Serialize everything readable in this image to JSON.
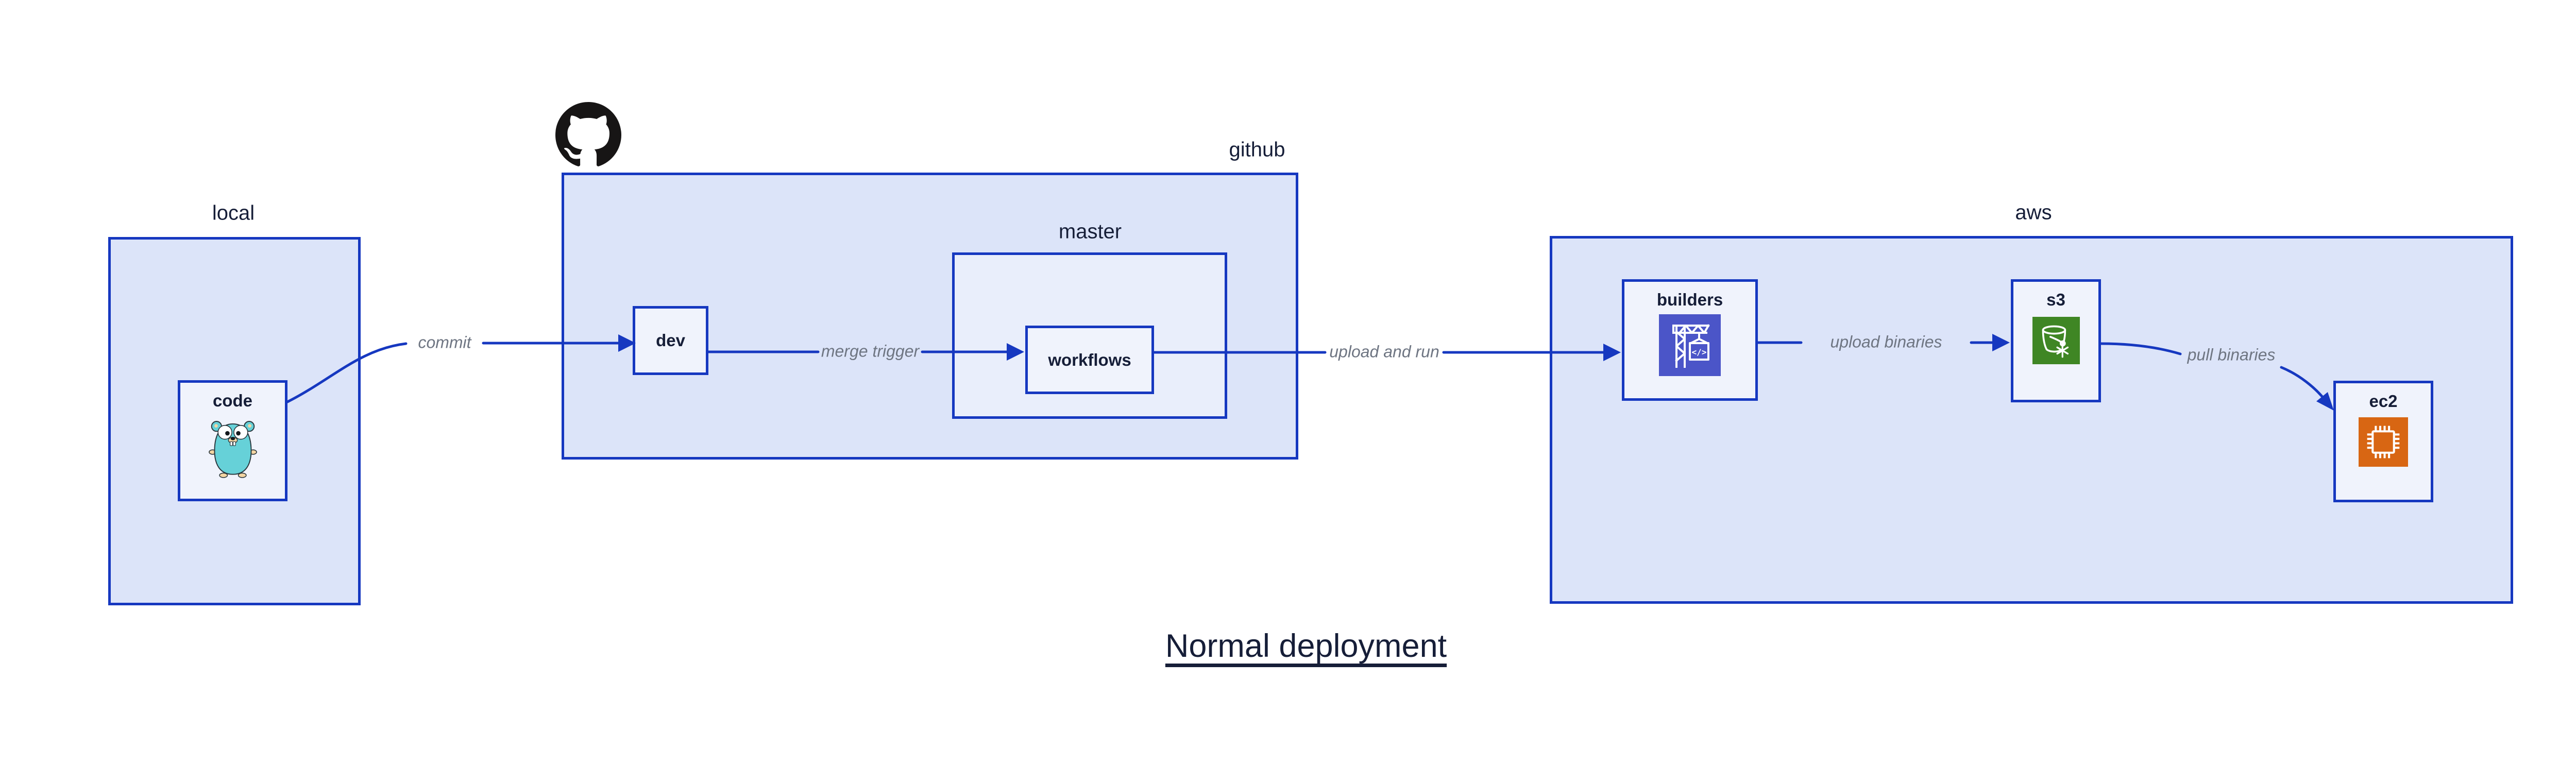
{
  "diagram": {
    "title": "Normal deployment",
    "groups": {
      "local": "local",
      "github": "github",
      "master": "master",
      "aws": "aws"
    },
    "nodes": {
      "code": "code",
      "dev": "dev",
      "workflows": "workflows",
      "builders": "builders",
      "s3": "s3",
      "ec2": "ec2"
    },
    "edges": {
      "commit": "commit",
      "merge_trigger": "merge trigger",
      "upload_and_run": "upload and run",
      "upload_binaries": "upload binaries",
      "pull_binaries": "pull binaries"
    },
    "icons": {
      "github": "github-octocat-icon",
      "code": "go-gopher-icon",
      "builders": "codebuild-crane-icon",
      "s3": "s3-glacier-bucket-icon",
      "ec2": "ec2-chip-icon"
    },
    "colors": {
      "border_blue": "#1638c0",
      "outer_fill": "#dce4f9",
      "master_fill": "#e9eefb",
      "leaf_fill": "#f0f3fc",
      "edge_label_gray": "#6e7582",
      "text_navy": "#161e38",
      "codebuild_purple": "#4b55c8",
      "glacier_green": "#3f8624",
      "ec2_orange": "#d86613",
      "gopher_teal": "#66d1d8",
      "gopher_tan": "#f3d5a3",
      "github_black": "#171515"
    }
  }
}
